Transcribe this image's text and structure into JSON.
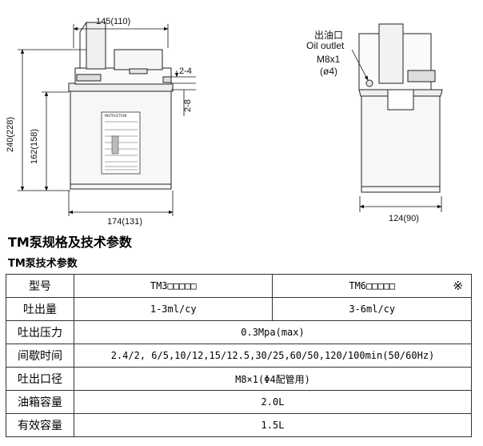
{
  "drawing": {
    "width_top": "145(110)",
    "width_bottom": "174(131)",
    "height_total": "240(228)",
    "height_body": "162(158)",
    "gap_horizontal": "2-4",
    "gap_vertical": "2-8",
    "side_width": "124(90)",
    "outlet_cn": "出油口",
    "outlet_en": "Oil outlet",
    "outlet_thread": "M8x1",
    "outlet_dia": "(ø4)",
    "label_title": "INSTRUCTION"
  },
  "section_title": "TM泵规格及技术参数",
  "table_title": "TM泵技术参数",
  "table": {
    "model_label": "型号",
    "model_tm3": "TM3□□□□□",
    "model_tm6": "TM6□□□□□",
    "note_mark": "※",
    "rows": [
      {
        "label": "吐出量",
        "tm3": "1-3ml/cy",
        "tm6": "3-6ml/cy"
      },
      {
        "label": "吐出压力",
        "value": "0.3Mpa(max)"
      },
      {
        "label": "间歇时间",
        "value": "2.4/2, 6/5,10/12,15/12.5,30/25,60/50,120/100min(50/60Hz)"
      },
      {
        "label": "吐出口径",
        "value": "M8×1(Φ4配管用)"
      },
      {
        "label": "油箱容量",
        "value": "2.0L"
      },
      {
        "label": "有效容量",
        "value": "1.5L"
      }
    ]
  }
}
